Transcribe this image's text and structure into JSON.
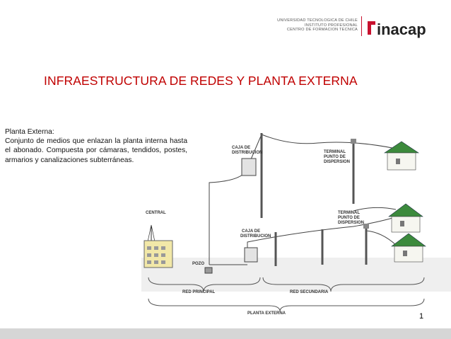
{
  "header": {
    "institution_lines": [
      "UNIVERSIDAD TECNOLOGICA DE CHILE",
      "INSTITUTO PROFESIONAL",
      "CENTRO DE FORMACION TECNICA"
    ],
    "logo_text": "inacap",
    "brand_color": "#c8102e"
  },
  "slide": {
    "title": "INFRAESTRUCTURA DE REDES Y PLANTA EXTERNA",
    "title_color": "#c00000",
    "desc_heading": "Planta Externa:",
    "desc_body": "Conjunto de medios que enlazan la planta interna hasta el abonado.  Compuesta por cámaras, tendidos, postes, armarios y canalizaciones subterráneas.",
    "page_number": "1"
  },
  "diagram": {
    "caja_top": [
      "CAJA DE",
      "DISTRIBUCION"
    ],
    "terminal_top": [
      "TERMINAL",
      "PUNTO DE",
      "DISPERSION"
    ],
    "central": "CENTRAL",
    "caja_bottom": [
      "CAJA DE",
      "DISTRIBUCION"
    ],
    "terminal_bottom": [
      "TERMINAL",
      "PUNTO DE",
      "DISPERSION"
    ],
    "pozo": "POZO",
    "red_principal": "RED PRINCIPAL",
    "red_secundaria": "RED SECUNDARIA",
    "planta_externa": "PLANTA EXTERNA"
  }
}
